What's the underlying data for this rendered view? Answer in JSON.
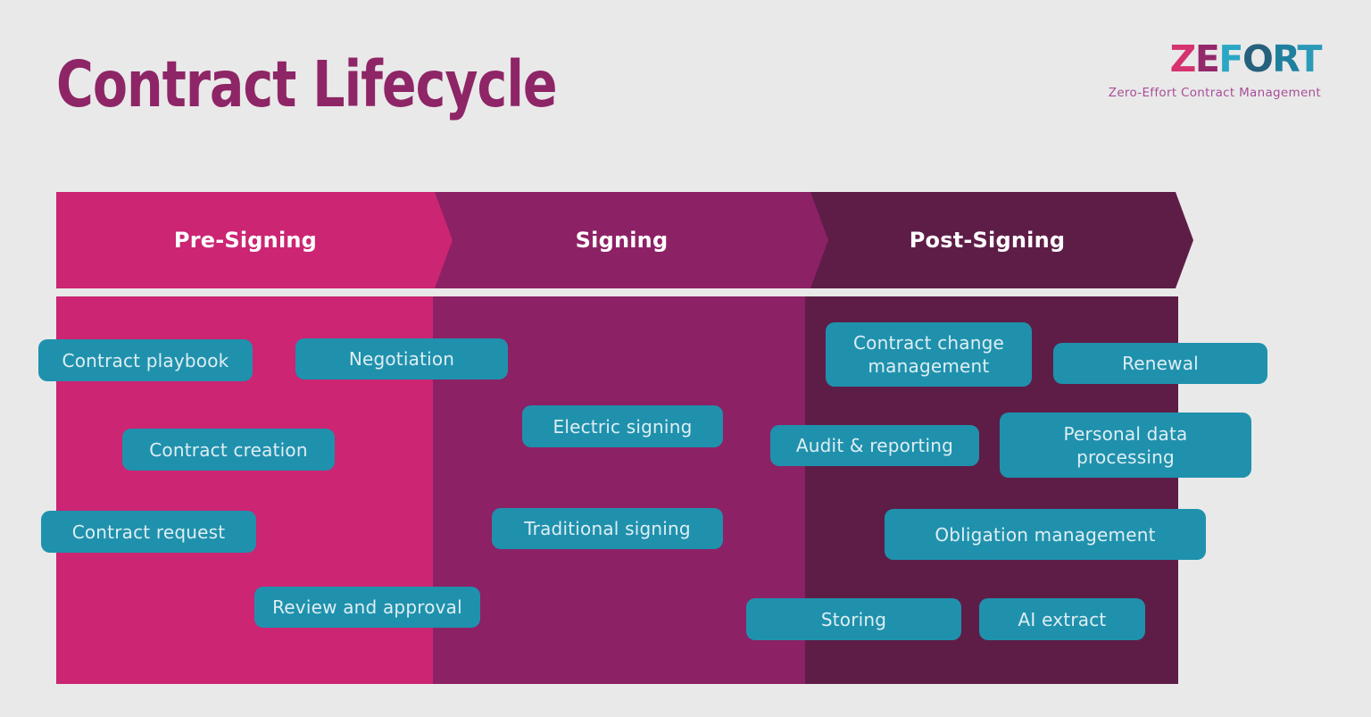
{
  "title": "Contract Lifecycle",
  "logo": {
    "name": "ZEFORT",
    "letters": [
      {
        "char": "Z",
        "color": "#d53370"
      },
      {
        "char": "E",
        "color": "#93286b"
      },
      {
        "char": "F",
        "color": "#2aa7c5"
      },
      {
        "char": "O",
        "color": "#26607c"
      },
      {
        "char": "R",
        "color": "#1f7f9f"
      },
      {
        "char": "T",
        "color": "#2a9ab8"
      }
    ],
    "tagline": "Zero-Effort Contract Management"
  },
  "stages": [
    {
      "label": "Pre-Signing",
      "color": "#cb2573",
      "items": [
        "Contract playbook",
        "Negotiation",
        "Contract creation",
        "Contract request",
        "Review and approval"
      ]
    },
    {
      "label": "Signing",
      "color": "#8d2165",
      "items": [
        "Electric signing",
        "Traditional signing"
      ]
    },
    {
      "label": "Post-Signing",
      "color": "#5e1d47",
      "items": [
        "Contract change management",
        "Renewal",
        "Audit & reporting",
        "Personal data processing",
        "Obligation management",
        "Storing",
        "AI extract"
      ]
    }
  ],
  "colors": {
    "background": "#e9e9e9",
    "tile": "#1f91ad",
    "tile_text": "#dfeef3",
    "title_text": "#8e2566",
    "banner_text": "#ffffff",
    "tagline_text": "#a74f98"
  }
}
